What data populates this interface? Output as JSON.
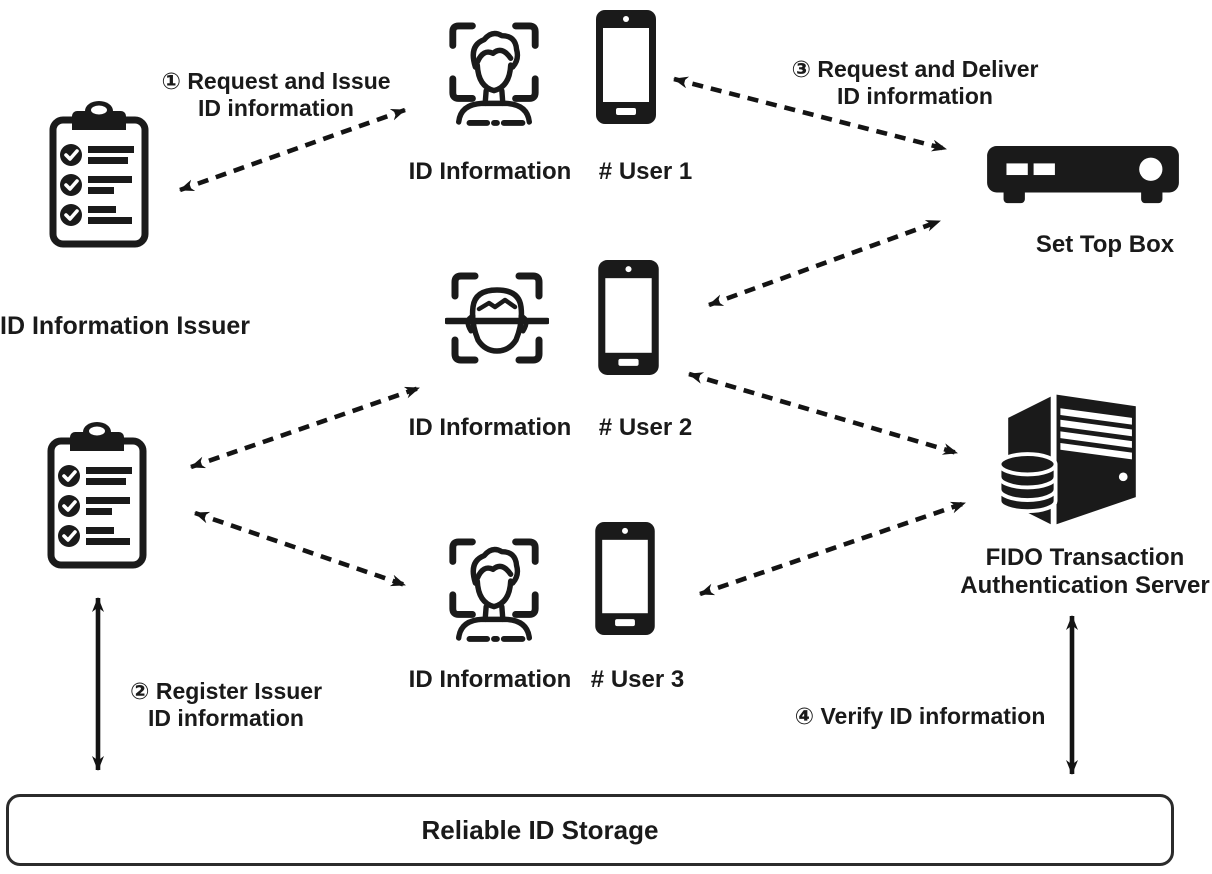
{
  "labels": {
    "issuer": "ID Information Issuer",
    "set_top_box": "Set Top Box",
    "fido_server": "FIDO Transaction\nAuthentication Server",
    "storage": "Reliable ID Storage"
  },
  "steps": {
    "step1": "① Request and Issue\nID information",
    "step2": "② Register Issuer\nID information",
    "step3": "③ Request and Deliver\nID information",
    "step4": "④ Verify ID information"
  },
  "users": [
    {
      "id_label": "ID Information",
      "name": "# User 1"
    },
    {
      "id_label": "ID Information",
      "name": "# User 2"
    },
    {
      "id_label": "ID Information",
      "name": "# User 3"
    }
  ],
  "icons": [
    "clipboard-icon",
    "face-scan-icon",
    "face-scan-line-icon",
    "smartphone-icon",
    "set-top-box-icon",
    "server-database-icon"
  ],
  "colors": {
    "ink": "#1a1a1a",
    "background": "#ffffff",
    "storage_border": "#2b2b2b"
  }
}
